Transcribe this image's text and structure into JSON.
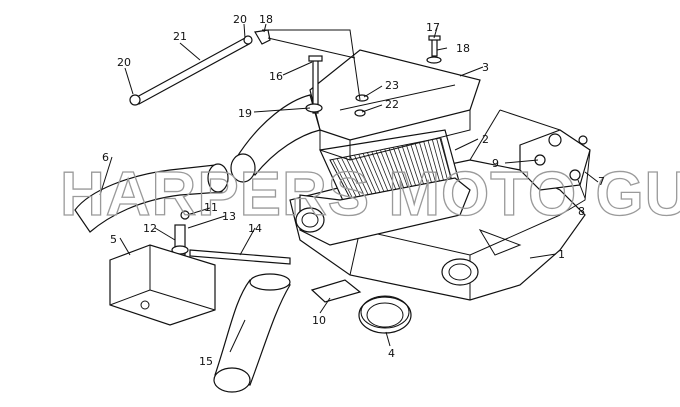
{
  "watermark": "HARPERS MOTO GUZZI ©",
  "callouts": [
    "1",
    "2",
    "3",
    "4",
    "5",
    "6",
    "7",
    "8",
    "9",
    "10",
    "11",
    "12",
    "13",
    "14",
    "15",
    "16",
    "17",
    "18",
    "18",
    "19",
    "20",
    "20",
    "21",
    "22",
    "23"
  ]
}
